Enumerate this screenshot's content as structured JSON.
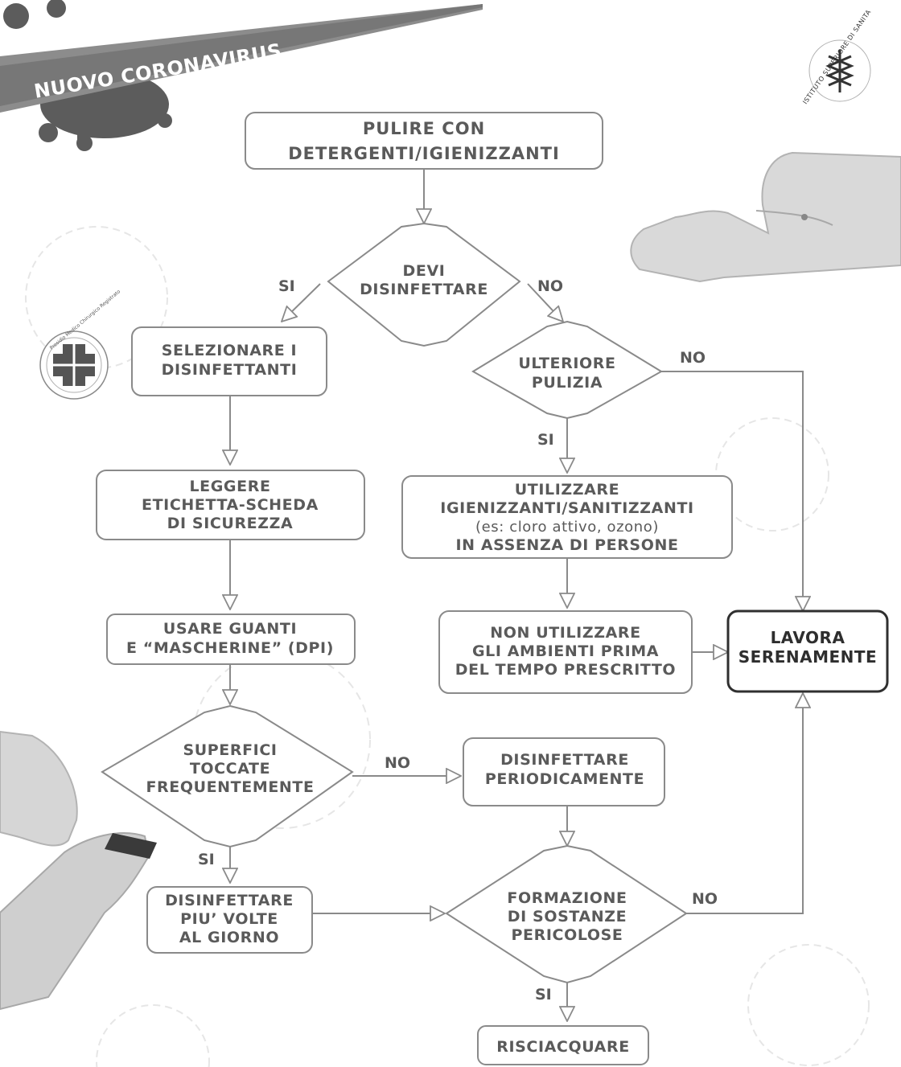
{
  "banner": {
    "text": "NUOVO CORONAVIRUS"
  },
  "logo_iss": {
    "text": "ISTITUTO SUPERIORE DI SANITA",
    "icon": "iss-seal-icon"
  },
  "logo_medical": {
    "text": "Presidio Medico Chirurgico Registrato",
    "icon": "medical-cross-icon"
  },
  "colors": {
    "text": "#5a5a5a",
    "border": "#8a8a8a",
    "strong": "#2e2e2e",
    "banner": "#7a7a7a"
  },
  "nodes": {
    "pulire": [
      "PULIRE CON",
      "DETERGENTI/IGIENIZZANTI"
    ],
    "devi": [
      "DEVI",
      "DISINFETTARE"
    ],
    "selezionare": [
      "SELEZIONARE I",
      "DISINFETTANTI"
    ],
    "ulteriore": [
      "ULTERIORE",
      "PULIZIA"
    ],
    "leggere": [
      "LEGGERE",
      "ETICHETTA-SCHEDA",
      "DI SICUREZZA"
    ],
    "utilizzare": [
      "UTILIZZARE",
      "IGIENIZZANTI/SANITIZZANTI",
      "(es: cloro attivo, ozono)",
      "IN ASSENZA DI PERSONE"
    ],
    "usare": [
      "USARE GUANTI",
      "E “MASCHERINE” (DPI)"
    ],
    "non_utilizzare": [
      "NON UTILIZZARE",
      "GLI AMBIENTI PRIMA",
      "DEL TEMPO PRESCRITTO"
    ],
    "lavora": [
      "LAVORA",
      "SERENAMENTE"
    ],
    "superfici": [
      "SUPERFICI",
      "TOCCATE",
      "FREQUENTEMENTE"
    ],
    "disinfettare_periodicamente": [
      "DISINFETTARE",
      "PERIODICAMENTE"
    ],
    "disinfettare_piu_volte": [
      "DISINFETTARE",
      "PIU’ VOLTE",
      "AL GIORNO"
    ],
    "formazione": [
      "FORMAZIONE",
      "DI SOSTANZE",
      "PERICOLOSE"
    ],
    "risciacquare": [
      "RISCIACQUARE"
    ]
  },
  "edges": {
    "si": "SI",
    "no": "NO"
  }
}
